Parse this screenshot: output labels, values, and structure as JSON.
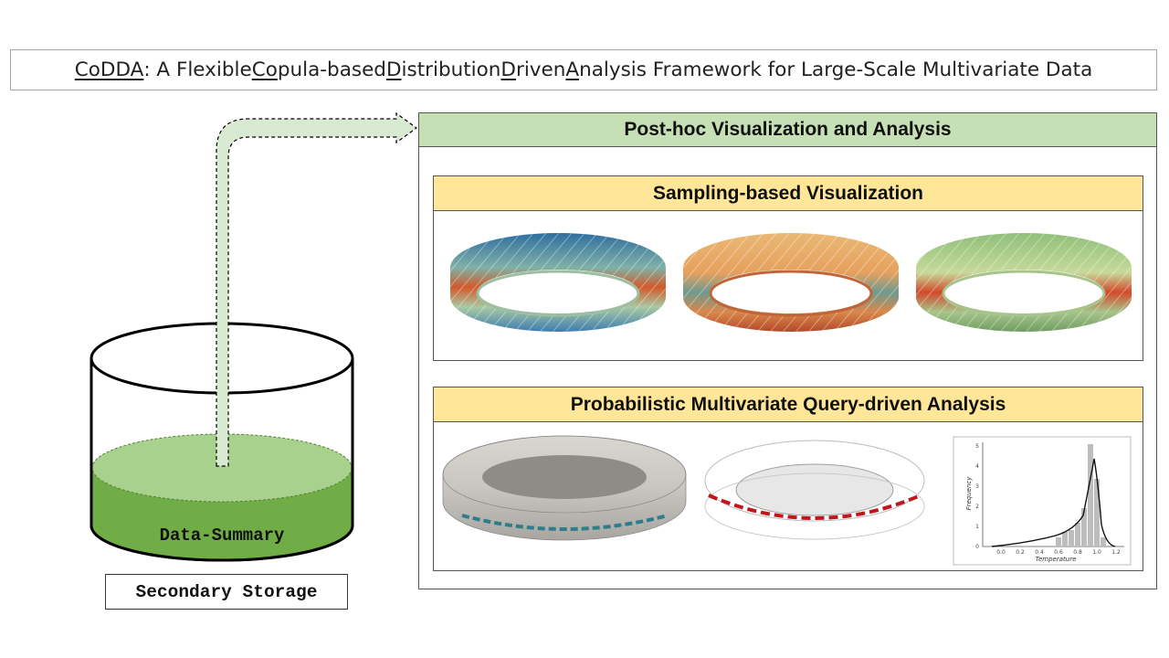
{
  "title": {
    "parts": [
      {
        "text": "CoDDA",
        "u": true
      },
      {
        "text": ": A Flexible ",
        "u": false
      },
      {
        "text": "Co",
        "u": true
      },
      {
        "text": "pula-based ",
        "u": false
      },
      {
        "text": "D",
        "u": true
      },
      {
        "text": "istribution ",
        "u": false
      },
      {
        "text": "D",
        "u": true
      },
      {
        "text": "riven ",
        "u": false
      },
      {
        "text": "A",
        "u": true
      },
      {
        "text": "nalysis Framework for Large-Scale Multivariate Data",
        "u": false
      }
    ]
  },
  "storage": {
    "summary_label": "Data-Summary",
    "storage_label": "Secondary Storage"
  },
  "posthoc": {
    "header": "Post-hoc Visualization and Analysis",
    "sampling_header": "Sampling-based Visualization",
    "query_header": "Probabilistic Multivariate Query-driven Analysis"
  },
  "histogram": {
    "xlabel": "Temperature",
    "ylabel": "Frequency",
    "xticks": [
      "0.0",
      "0.2",
      "0.4",
      "0.6",
      "0.8",
      "1.0",
      "1.2"
    ],
    "yticks": [
      "0",
      "1",
      "2",
      "3",
      "4",
      "5"
    ]
  },
  "colors": {
    "posthoc_header": "#c5e0b4",
    "sub_header": "#ffe699",
    "data_summary_green": "#70ad47",
    "arrow_fill": "#d9ead3"
  }
}
